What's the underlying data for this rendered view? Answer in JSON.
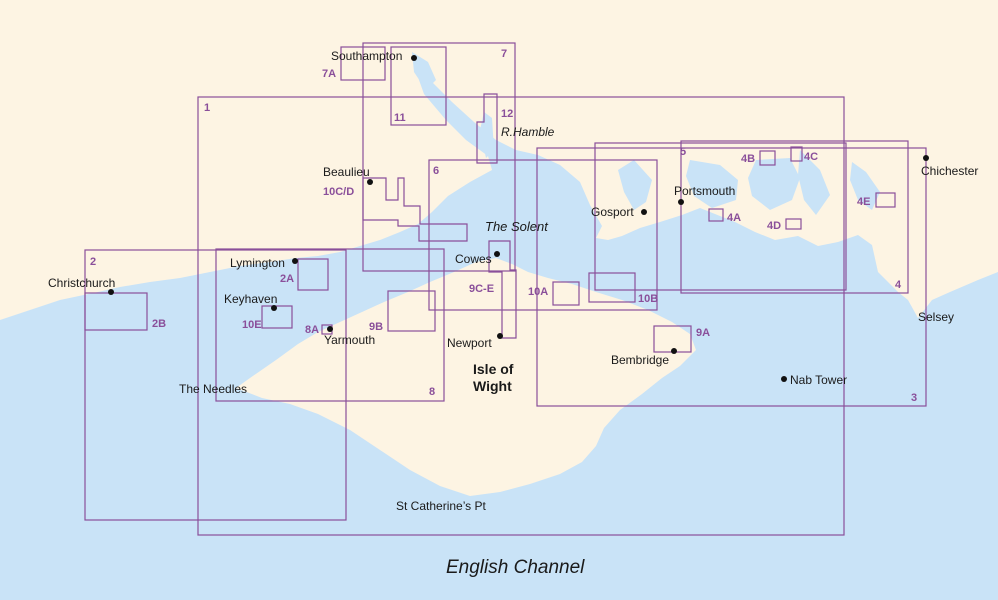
{
  "colors": {
    "land": "#fdf4e3",
    "sea": "#c9e3f7",
    "chart": "#8a4f9a",
    "dot": "#111111"
  },
  "places": {
    "southampton": "Southampton",
    "r_hamble": "R.Hamble",
    "beaulieu": "Beaulieu",
    "the_solent": "The Solent",
    "chichester": "Chichester",
    "portsmouth": "Portsmouth",
    "gosport": "Gosport",
    "lymington": "Lymington",
    "cowes": "Cowes",
    "christchurch": "Christchurch",
    "keyhaven": "Keyhaven",
    "yarmouth": "Yarmouth",
    "newport": "Newport",
    "isle_of_wight_1": "Isle of",
    "isle_of_wight_2": "Wight",
    "selsey": "Selsey",
    "bembridge": "Bembridge",
    "nab_tower": "Nab Tower",
    "the_needles": "The Needles",
    "st_catherines": "St Catherine’s Pt",
    "english_channel": "English Channel"
  },
  "charts": {
    "c1": "1",
    "c2": "2",
    "c2a": "2A",
    "c2b": "2B",
    "c3": "3",
    "c4": "4",
    "c4a": "4A",
    "c4b": "4B",
    "c4c": "4C",
    "c4d": "4D",
    "c4e": "4E",
    "c5": "5",
    "c6": "6",
    "c7": "7",
    "c7a": "7A",
    "c8": "8",
    "c8a": "8A",
    "c9a": "9A",
    "c9b": "9B",
    "c9ce": "9C-E",
    "c10a": "10A",
    "c10b": "10B",
    "c10cd": "10C/D",
    "c10e": "10E",
    "c11": "11",
    "c12": "12"
  }
}
